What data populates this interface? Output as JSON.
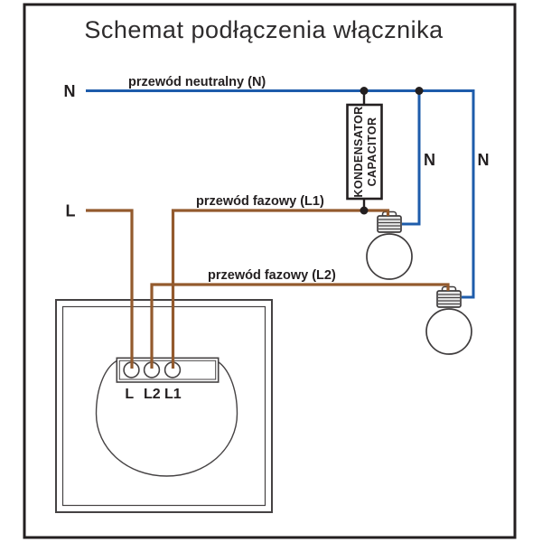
{
  "title": "Schemat podłączenia włącznika",
  "colors": {
    "neutral_blue": "#1e5cab",
    "phase_brown": "#935a2d",
    "black": "#231f20",
    "capacitor_en_gray": "#9b9b9b"
  },
  "wires": {
    "neutral_label": "przewód neutralny (N)",
    "phase_l1_label": "przewód fazowy (L1)",
    "phase_l2_label": "przewód fazowy (L2)",
    "n_source_label": "N",
    "l_source_label": "L",
    "n_branch1_label": "N",
    "n_branch2_label": "N"
  },
  "capacitor": {
    "label_pl": "KONDENSATOR",
    "label_en": "CAPACITOR"
  },
  "switch": {
    "terminals": [
      "L",
      "L2",
      "L1"
    ]
  }
}
